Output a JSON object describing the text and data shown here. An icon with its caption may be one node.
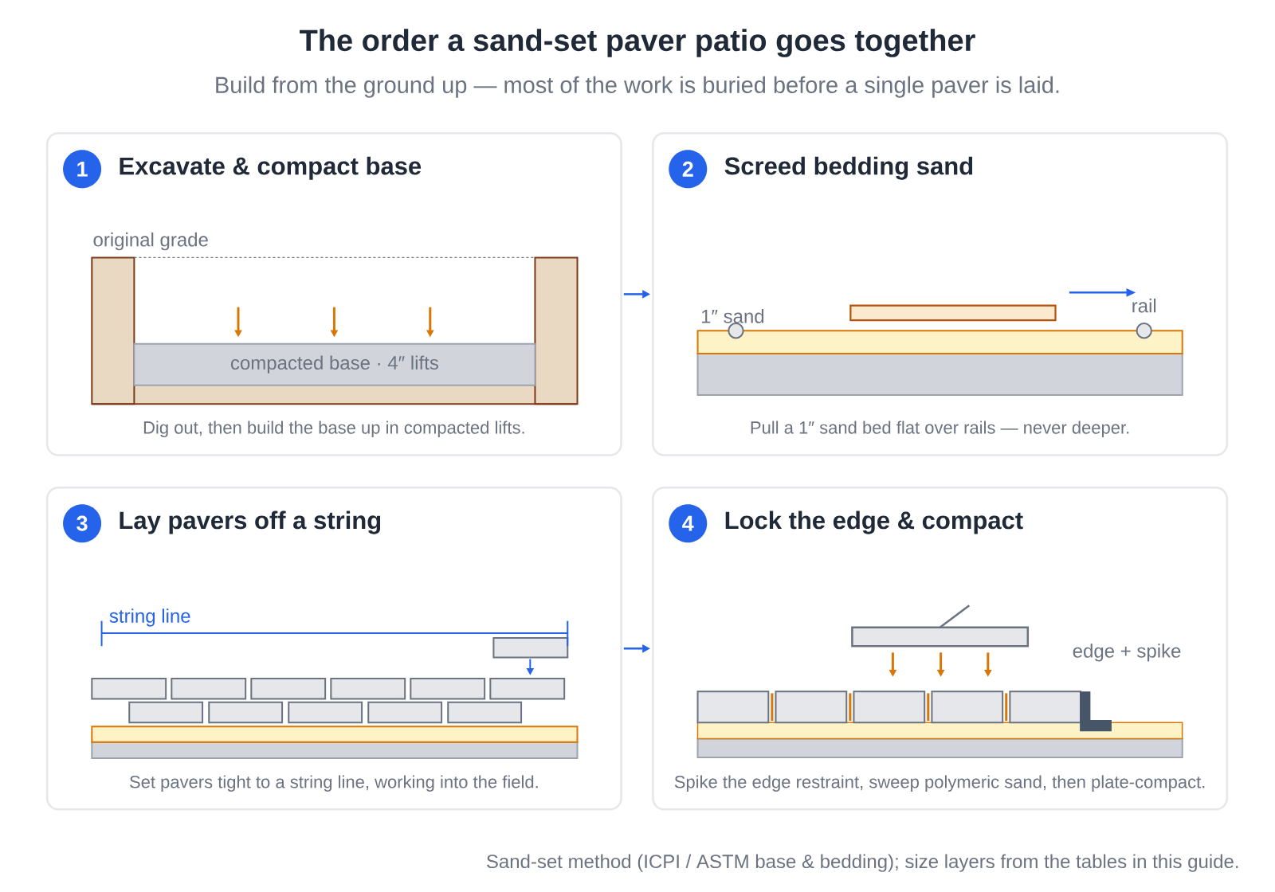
{
  "diagram": {
    "title": "The order a sand-set paver patio goes together",
    "caption": "Sand-set method (ICPI / ASTM base & bedding); size layers from the tables in this guide.",
    "nodes": [
      {
        "text": [
          "Excavate & compact base",
          "Dig out, then build the base up in compacted lifts."
        ]
      },
      {
        "text": [
          "1"
        ],
        "in": 0
      },
      {
        "text": [
          "compacted base · 4″ lifts"
        ],
        "in": 0
      },
      {
        "text": [
          "Screed bedding sand",
          "Pull a 1″ sand bed flat over rails — never deeper."
        ]
      },
      {
        "text": [
          "2"
        ],
        "in": 3
      },
      {
        "text": [
          "Lay pavers off a string",
          "Set pavers tight to a string line, working into the field."
        ]
      },
      {
        "text": [
          "3"
        ],
        "in": 5
      },
      {
        "text": [
          "Lock the edge & compact",
          "Spike the edge restraint, sweep polymeric sand, then plate-compact."
        ]
      },
      {
        "text": [
          "4"
        ],
        "in": 7
      }
    ],
    "edges": [
      {
        "from": 0,
        "to": 3,
        "arrow": "to"
      },
      {
        "from": 5,
        "to": 7,
        "arrow": "to"
      }
    ],
    "labels": [
      "Build from the ground up — most of the work is buried before a single paver is laid.",
      "original grade",
      "1″ sand",
      "rail",
      "string line",
      "edge + spike"
    ]
  }
}
